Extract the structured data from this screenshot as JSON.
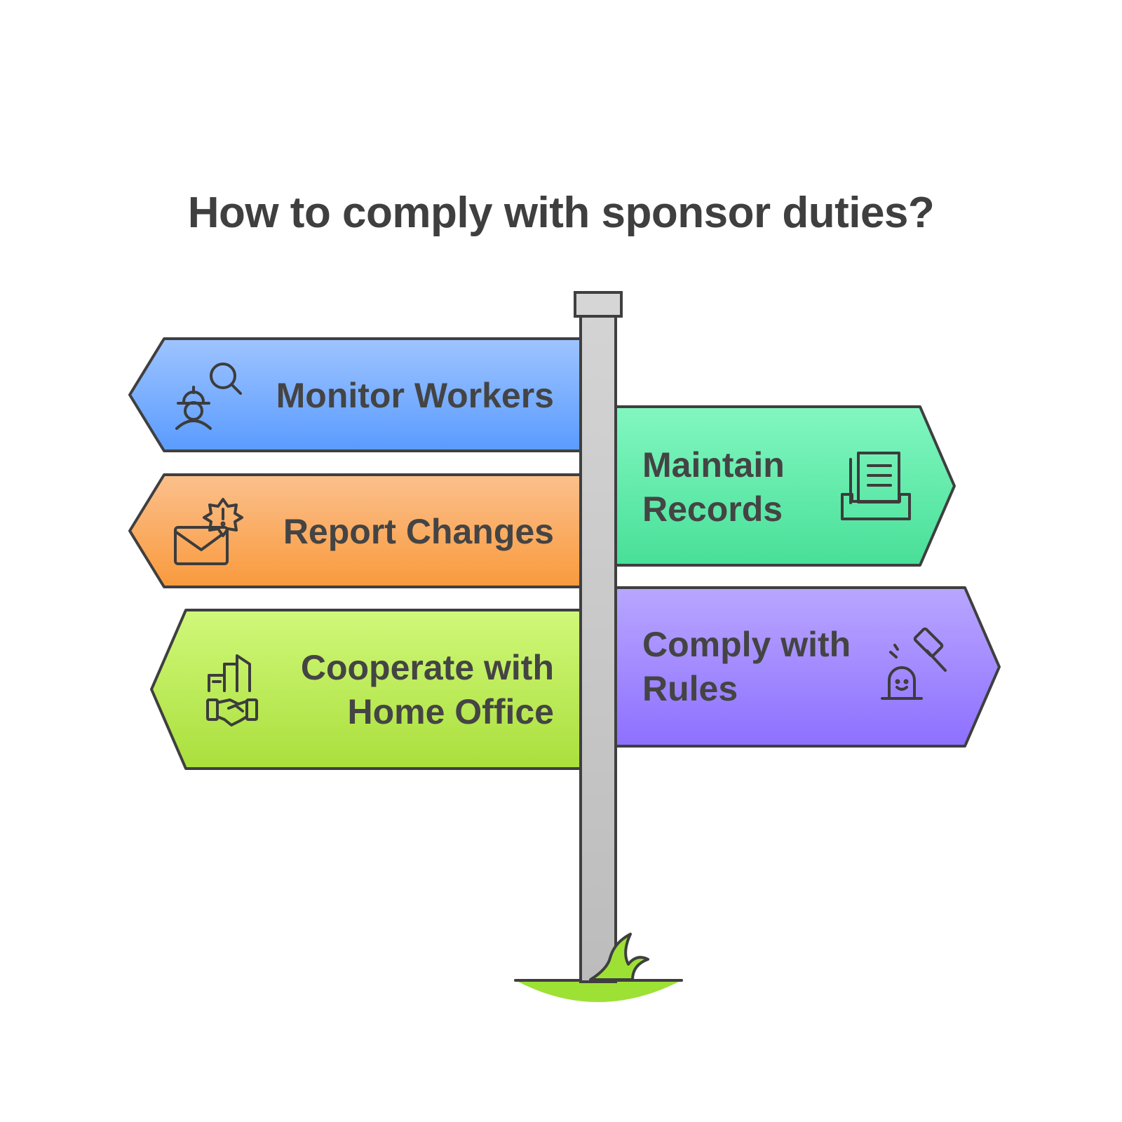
{
  "title": "How to comply with sponsor duties?",
  "signs": [
    {
      "id": "monitor",
      "lines": [
        "Monitor Workers"
      ],
      "icon": "worker-search-icon",
      "direction": "left",
      "colors": [
        "#9ec4ff",
        "#5a9bff"
      ]
    },
    {
      "id": "records",
      "lines": [
        "Maintain",
        "Records"
      ],
      "icon": "document-tray-icon",
      "direction": "right",
      "colors": [
        "#82f7c0",
        "#48df98"
      ]
    },
    {
      "id": "report",
      "lines": [
        "Report Changes"
      ],
      "icon": "mail-alert-icon",
      "direction": "left",
      "colors": [
        "#fbc08c",
        "#f99a3d"
      ]
    },
    {
      "id": "cooperate",
      "lines": [
        "Cooperate with",
        "Home Office"
      ],
      "icon": "buildings-handshake-icon",
      "direction": "left",
      "colors": [
        "#d0f87a",
        "#aadf3c"
      ]
    },
    {
      "id": "comply",
      "lines": [
        "Comply with",
        "Rules"
      ],
      "icon": "gavel-person-icon",
      "direction": "right",
      "colors": [
        "#b9a6ff",
        "#8d70ff"
      ]
    }
  ],
  "colors": {
    "stroke": "#3f3f3f",
    "text": "#444444",
    "pole": "#c9c9c9",
    "grass": "#9de135"
  }
}
